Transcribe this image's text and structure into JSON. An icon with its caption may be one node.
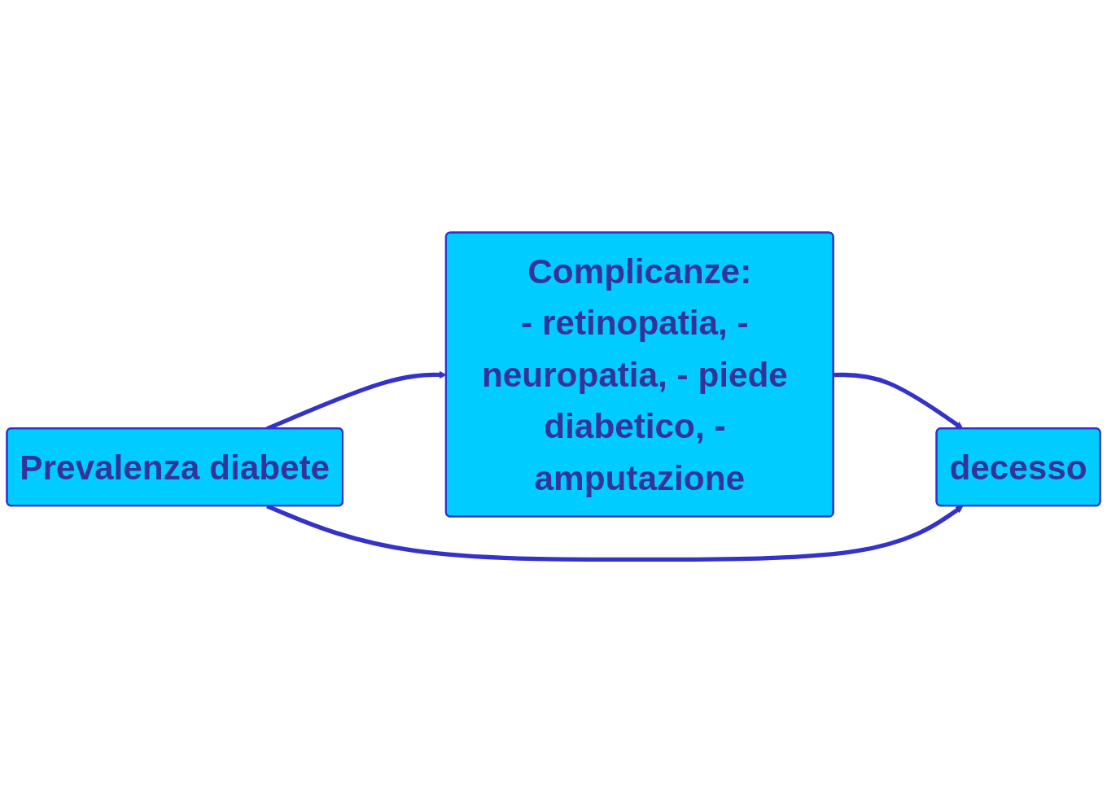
{
  "diagram": {
    "nodes": [
      {
        "text": [
          "Prevalenza diabete"
        ]
      },
      {
        "text": [
          "Complicanze:",
          "- retinopatia, - neuropatia, - piede diabetico, - amputazione"
        ]
      },
      {
        "text": [
          "decesso"
        ]
      }
    ],
    "edges": [
      {
        "from": 0,
        "to": 1,
        "arrow": "to"
      },
      {
        "from": 1,
        "to": 2,
        "arrow": "to"
      },
      {
        "from": 0,
        "to": 2,
        "arrow": "to"
      }
    ]
  }
}
